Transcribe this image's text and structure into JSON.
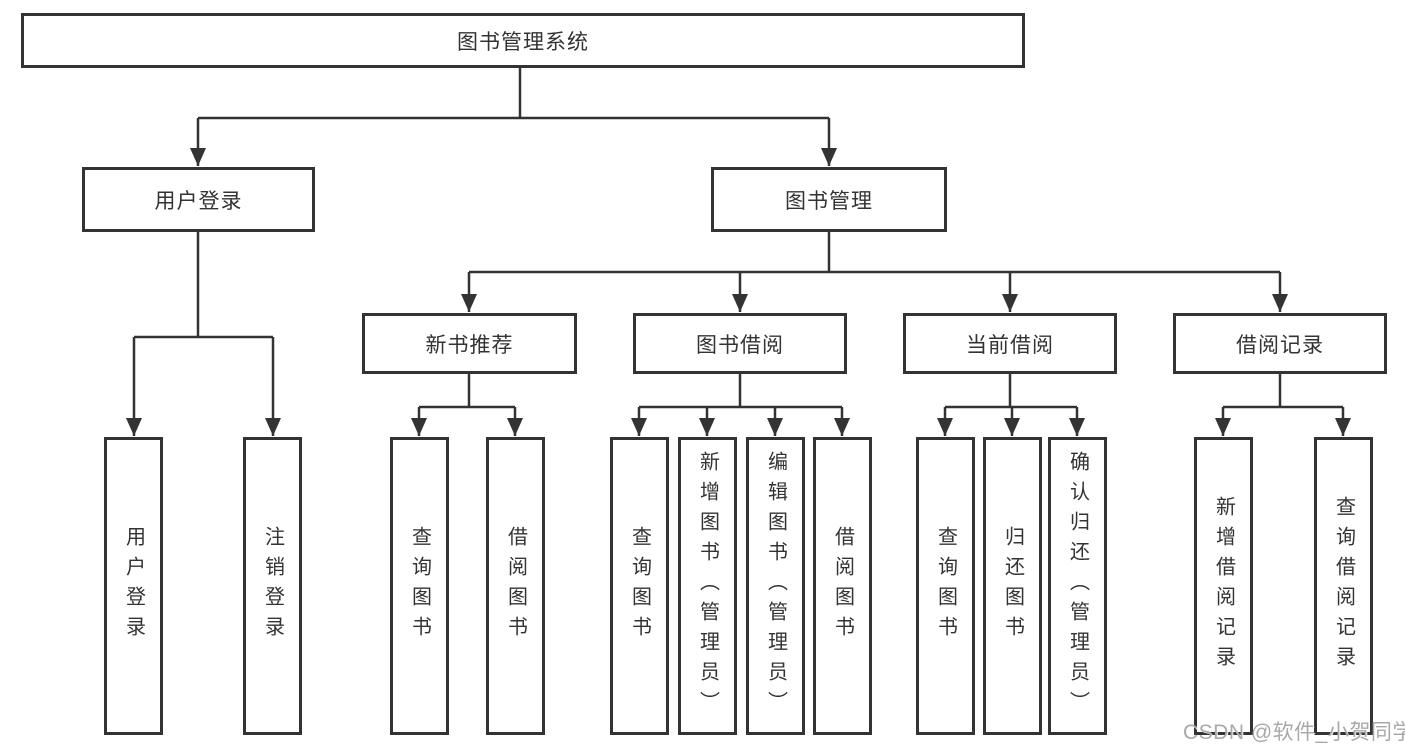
{
  "root": "图书管理系统",
  "branches": {
    "login": "用户登录",
    "management": "图书管理"
  },
  "sections": {
    "recommend": "新书推荐",
    "borrow": "图书借阅",
    "current": "当前借阅",
    "records": "借阅记录"
  },
  "leaves": {
    "login": [
      "用户登录",
      "注销登录"
    ],
    "recommend": [
      "查询图书",
      "借阅图书"
    ],
    "borrow": [
      "查询图书",
      "新增图书（管理员）",
      "编辑图书（管理员）",
      "借阅图书"
    ],
    "current": [
      "查询图书",
      "归还图书",
      "确认归还（管理员）"
    ],
    "records": [
      "新增借阅记录",
      "查询借阅记录"
    ]
  },
  "watermark": "CSDN @软件_小贺同学",
  "colors": {
    "line": "#333333",
    "text": "#333333",
    "background": "#ffffff",
    "watermark": "#a9a9a9"
  }
}
